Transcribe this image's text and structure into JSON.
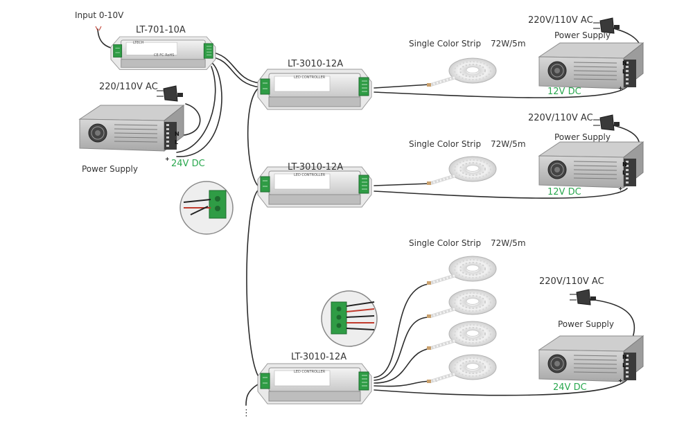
{
  "input_label": "Input 0-10V",
  "dimmer": {
    "model": "LT-701-10A",
    "brand": "LTECH",
    "cert": "CE FC RoHS"
  },
  "driver_model": "LT-3010-12A",
  "driver_brand": "LED CONTROLLER",
  "strip_label": "Single Color Strip",
  "strip_power": "72W/5m",
  "ac_label_left": "220/110V AC",
  "ac_label_right": "220V/110V AC",
  "power_supply": "Power Supply",
  "dc_24": "24V DC",
  "dc_12": "12V DC",
  "pins": {
    "n": "N",
    "l": "L",
    "plus": "+"
  },
  "continuation": "⋮"
}
